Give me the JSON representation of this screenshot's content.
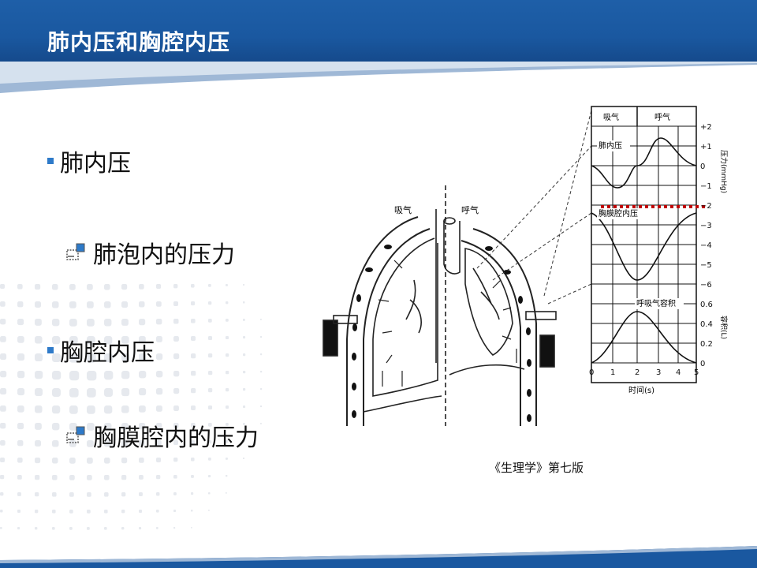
{
  "title": "肺内压和胸腔内压",
  "bullets": [
    {
      "label": "肺内压",
      "sub": "肺泡内的压力"
    },
    {
      "label": "胸腔内压",
      "sub": "胸膜腔内的压力"
    }
  ],
  "caption": "《生理学》第七版",
  "figure": {
    "left_labels": {
      "inhale": "吸气",
      "exhale": "呼气"
    },
    "graph": {
      "phase_labels": [
        "吸气",
        "呼气"
      ],
      "panel1_label": "肺内压",
      "panel2_label": "胸膜腔内压",
      "panel3_label": "呼吸气容积",
      "pressure_axis_label": "压力(mmHg)",
      "volume_axis_label": "容积(L)",
      "time_axis_label": "时间(s)",
      "pressure_ticks": [
        "+2",
        "+1",
        "0",
        "−1",
        "−2",
        "−3",
        "−4",
        "−5",
        "−6"
      ],
      "volume_ticks": [
        "0.6",
        "0.4",
        "0.2",
        "0"
      ],
      "time_ticks": [
        "0",
        "1",
        "2",
        "3",
        "4",
        "5"
      ]
    }
  },
  "colors": {
    "header": "#1a58a0",
    "bullet": "#2e7ac9",
    "highlight": "#c00000"
  }
}
